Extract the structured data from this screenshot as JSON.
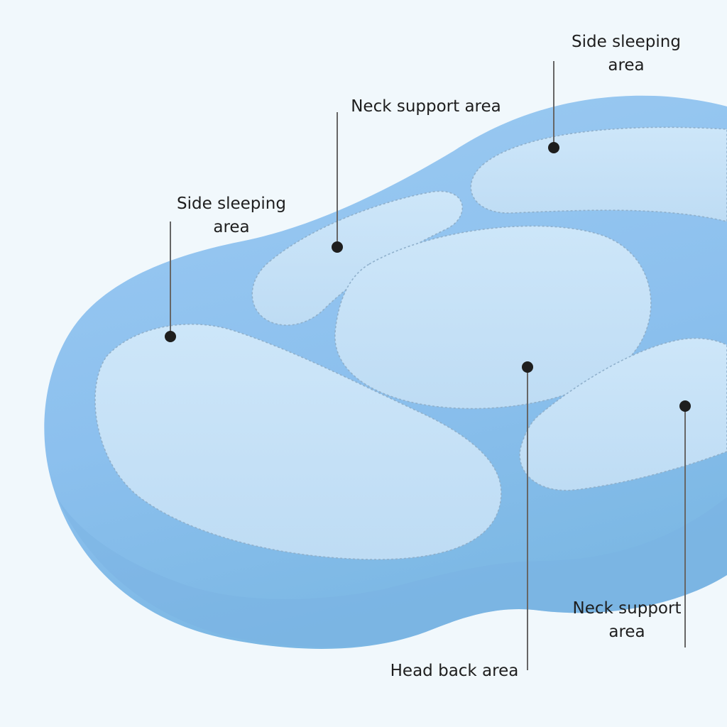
{
  "diagram": {
    "colors": {
      "background": "#f1f8fc",
      "pillow_body": "#8fc2ee",
      "pillow_shadow": "#7ab2e2",
      "zone_fill": "#c9e3f8",
      "zone_stitch": "#8fb0cc",
      "callout": "#1e1e1e"
    },
    "callouts": [
      {
        "id": "side-sleeping-right",
        "lines": [
          "Side sleeping",
          "area"
        ]
      },
      {
        "id": "neck-support-top",
        "lines": [
          "Neck support area"
        ]
      },
      {
        "id": "side-sleeping-left",
        "lines": [
          "Side sleeping",
          "area"
        ]
      },
      {
        "id": "head-back",
        "lines": [
          "Head back area"
        ]
      },
      {
        "id": "neck-support-bottom",
        "lines": [
          "Neck support",
          "area"
        ]
      }
    ]
  }
}
